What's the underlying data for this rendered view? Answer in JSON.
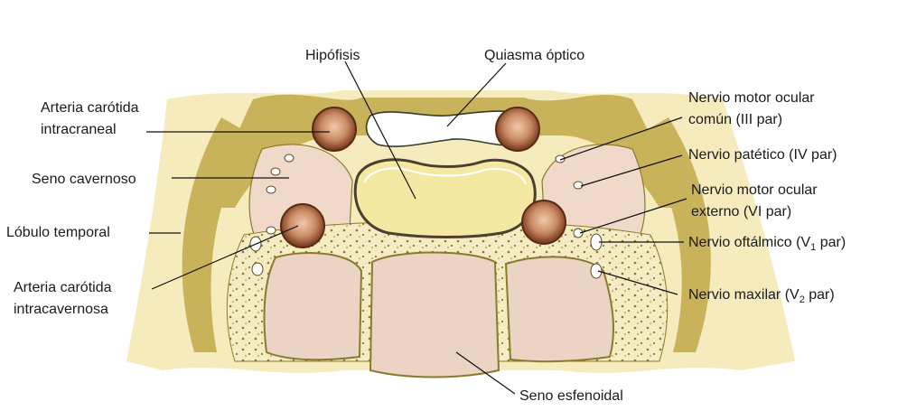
{
  "labels": {
    "hipofisis": "Hipófisis",
    "quiasma": "Quiasma óptico",
    "carotida_intracraneal_1": "Arteria carótida",
    "carotida_intracraneal_2": "intracraneal",
    "seno_cavernoso": "Seno cavernoso",
    "lobulo_temporal": "Lóbulo temporal",
    "carotida_intracavernosa_1": "Arteria carótida",
    "carotida_intracavernosa_2": "intracavernosa",
    "nervio_motor_comun_1": "Nervio motor ocular",
    "nervio_motor_comun_2": "común (III par)",
    "nervio_patetico": "Nervio patético (IV par)",
    "nervio_motor_externo_1": "Nervio motor ocular",
    "nervio_motor_externo_2": "externo (VI par)",
    "nervio_oftalmico_pre": "Nervio oftálmico (V",
    "nervio_oftalmico_sub": "1",
    "nervio_oftalmico_post": " par)",
    "nervio_maxilar_pre": "Nervio maxilar (V",
    "nervio_maxilar_sub": "2",
    "nervio_maxilar_post": " par)",
    "seno_esfenoidal": "Seno esfenoidal"
  },
  "colors": {
    "bone_yellow": "#f3e6a6",
    "dura_olive": "#c9b35a",
    "outline_dark": "#8a7a2e",
    "tissue_pink": "#f1d9c9",
    "artery_dark": "#7a3b22",
    "artery_mid": "#c98a63",
    "pituitary": "#f5e8a3"
  }
}
